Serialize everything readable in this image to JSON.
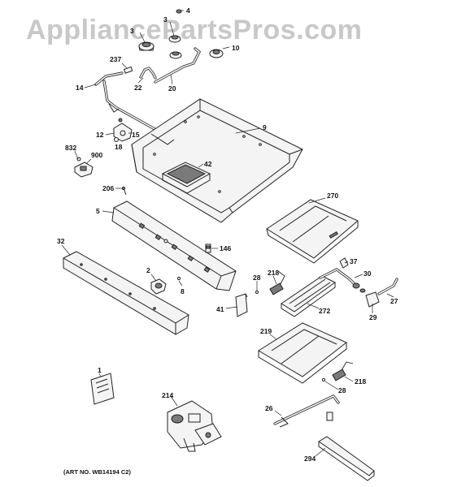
{
  "watermark": "AppliancePartsPros.com",
  "art_number": "(ART NO. WB14194 C2)",
  "callouts": {
    "c4": "4",
    "c3a": "3",
    "c3b": "3",
    "c10": "10",
    "c237": "237",
    "c22": "22",
    "c20": "20",
    "c14": "14",
    "c9": "9",
    "c12": "12",
    "c15": "15",
    "c18": "18",
    "c832": "832",
    "c900": "900",
    "c42": "42",
    "c206": "206",
    "c270": "270",
    "c5": "5",
    "c146": "146",
    "c32": "32",
    "c37": "37",
    "c30": "30",
    "c218a": "218",
    "c28a": "28",
    "c2": "2",
    "c8": "8",
    "c27": "27",
    "c41": "41",
    "c272": "272",
    "c29": "29",
    "c219": "219",
    "c1": "1",
    "c218b": "218",
    "c214": "214",
    "c28b": "28",
    "c26": "26",
    "c294": "294"
  }
}
